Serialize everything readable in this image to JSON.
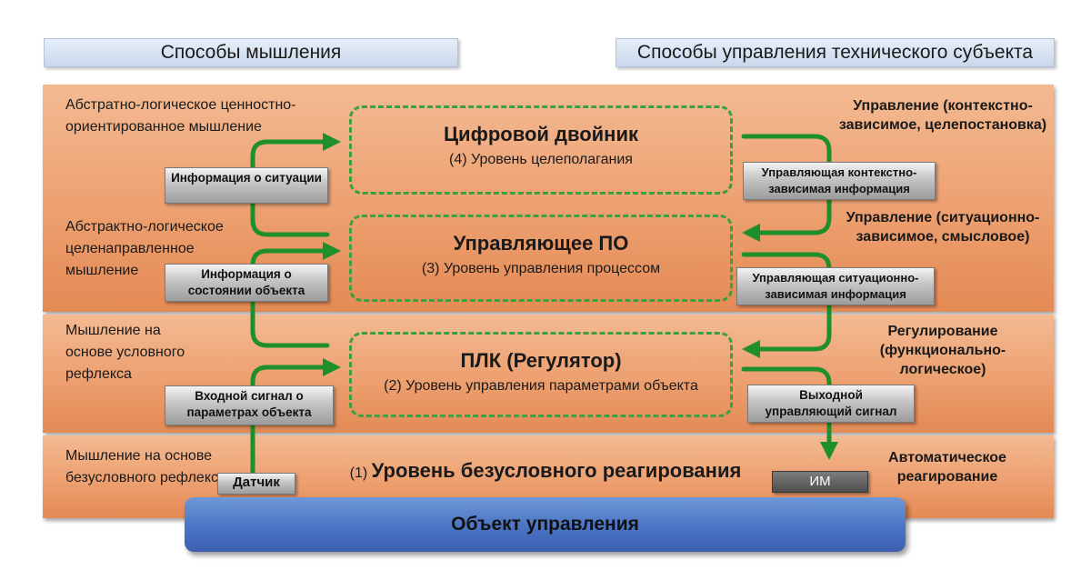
{
  "headers": {
    "left": "Способы мышления",
    "right": "Способы управления технического субъекта"
  },
  "thinking": [
    "Абстратно-логическое ценностно-ориентированное мышление",
    "Абстрактно-логическое целенаправленное мышление",
    "Мышление на основе условного рефлекса",
    "Мышление на основе безусловного рефлекса"
  ],
  "control": [
    "Управление (контекстно-зависимое, целепостановка)",
    "Управление (ситуационно-зависимое, смысловое)",
    "Регулирование (функционально-логическое)",
    "Автоматическое реагирование"
  ],
  "levels": {
    "l4": {
      "title": "Цифровой двойник",
      "sub": "(4) Уровень целеполагания"
    },
    "l3": {
      "title": "Управляющее ПО",
      "sub": "(3) Уровень управления процессом"
    },
    "l2": {
      "title": "ПЛК (Регулятор)",
      "sub": "(2) Уровень управления параметрами объекта"
    },
    "l1": {
      "num": "(1)",
      "title": "Уровень безусловного реагирования"
    }
  },
  "left_boxes": [
    "Информация о ситуации",
    "Информация о состоянии объекта",
    "Входной сигнал о параметрах объекта"
  ],
  "right_boxes": [
    "Управляющая контекстно-зависимая информация",
    "Управляющая ситуационно-зависимая информация",
    "Выходной управляющий сигнал"
  ],
  "sensor": "Датчик",
  "actuator": "ИМ",
  "object": "Объект управления",
  "colors": {
    "band": "#eda070",
    "dashed_border": "#3aa040",
    "arrow": "#1f8f2c",
    "object": "#4a74c4",
    "header": "#c9d8ec"
  }
}
